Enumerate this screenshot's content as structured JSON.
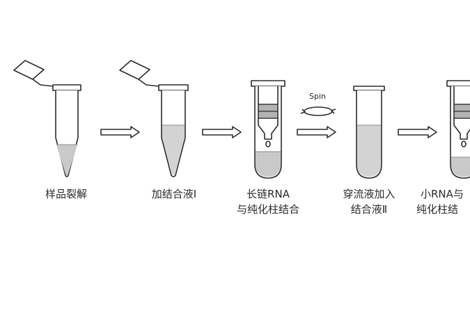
{
  "spin_label": "Spin",
  "steps": [
    {
      "line1": "样品裂解",
      "line2": ""
    },
    {
      "line1": "加结合液Ⅰ",
      "line2": ""
    },
    {
      "line1": "长链RNA",
      "line2": "与纯化柱结合"
    },
    {
      "line1": "穿流液加入",
      "line2": "结合液Ⅱ"
    },
    {
      "line1": "小RNA与",
      "line2": "纯化柱结"
    }
  ],
  "colors": {
    "stroke": "#2b2b2b",
    "liquid": "#c9c9c9",
    "liquid_dark": "#b3b3b3",
    "background": "#ffffff"
  }
}
